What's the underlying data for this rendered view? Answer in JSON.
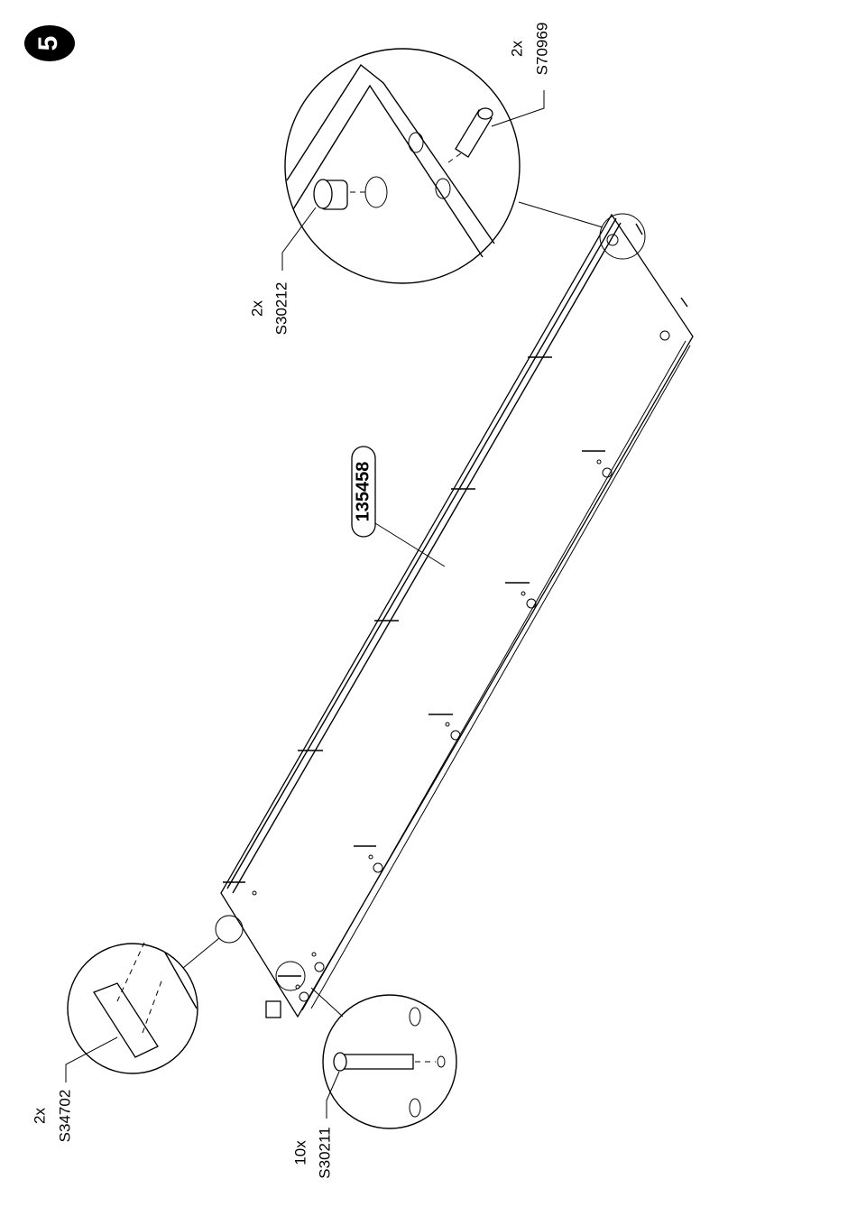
{
  "step": {
    "number": "5"
  },
  "panel": {
    "part_number": "135458"
  },
  "callouts": {
    "top_right": {
      "qty": "2x",
      "code": "S70969"
    },
    "top_left": {
      "qty": "2x",
      "code": "S30212"
    },
    "bottom_left": {
      "qty": "2x",
      "code": "S34702"
    },
    "bottom_mid": {
      "qty": "10x",
      "code": "S30211"
    }
  }
}
